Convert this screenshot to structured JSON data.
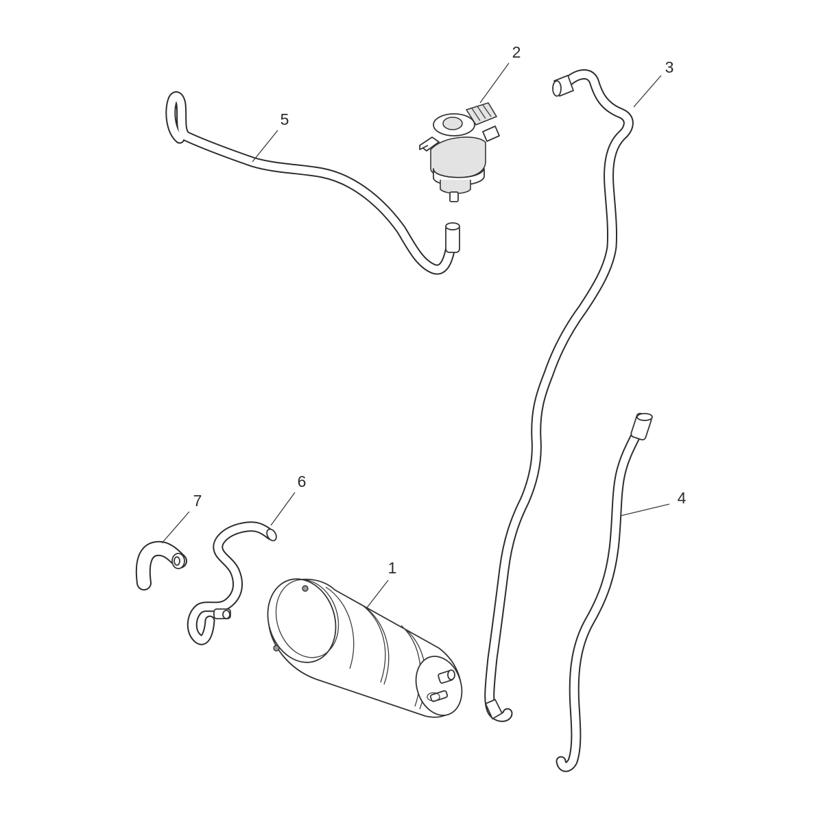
{
  "callouts": [
    {
      "id": "1",
      "label": "1"
    },
    {
      "id": "2",
      "label": "2"
    },
    {
      "id": "3",
      "label": "3"
    },
    {
      "id": "4",
      "label": "4"
    },
    {
      "id": "5",
      "label": "5"
    },
    {
      "id": "6",
      "label": "6"
    },
    {
      "id": "7",
      "label": "7"
    }
  ],
  "colors": {
    "line": "#2c2c2c",
    "shade": "#e3e3e3",
    "background": "#ffffff"
  }
}
